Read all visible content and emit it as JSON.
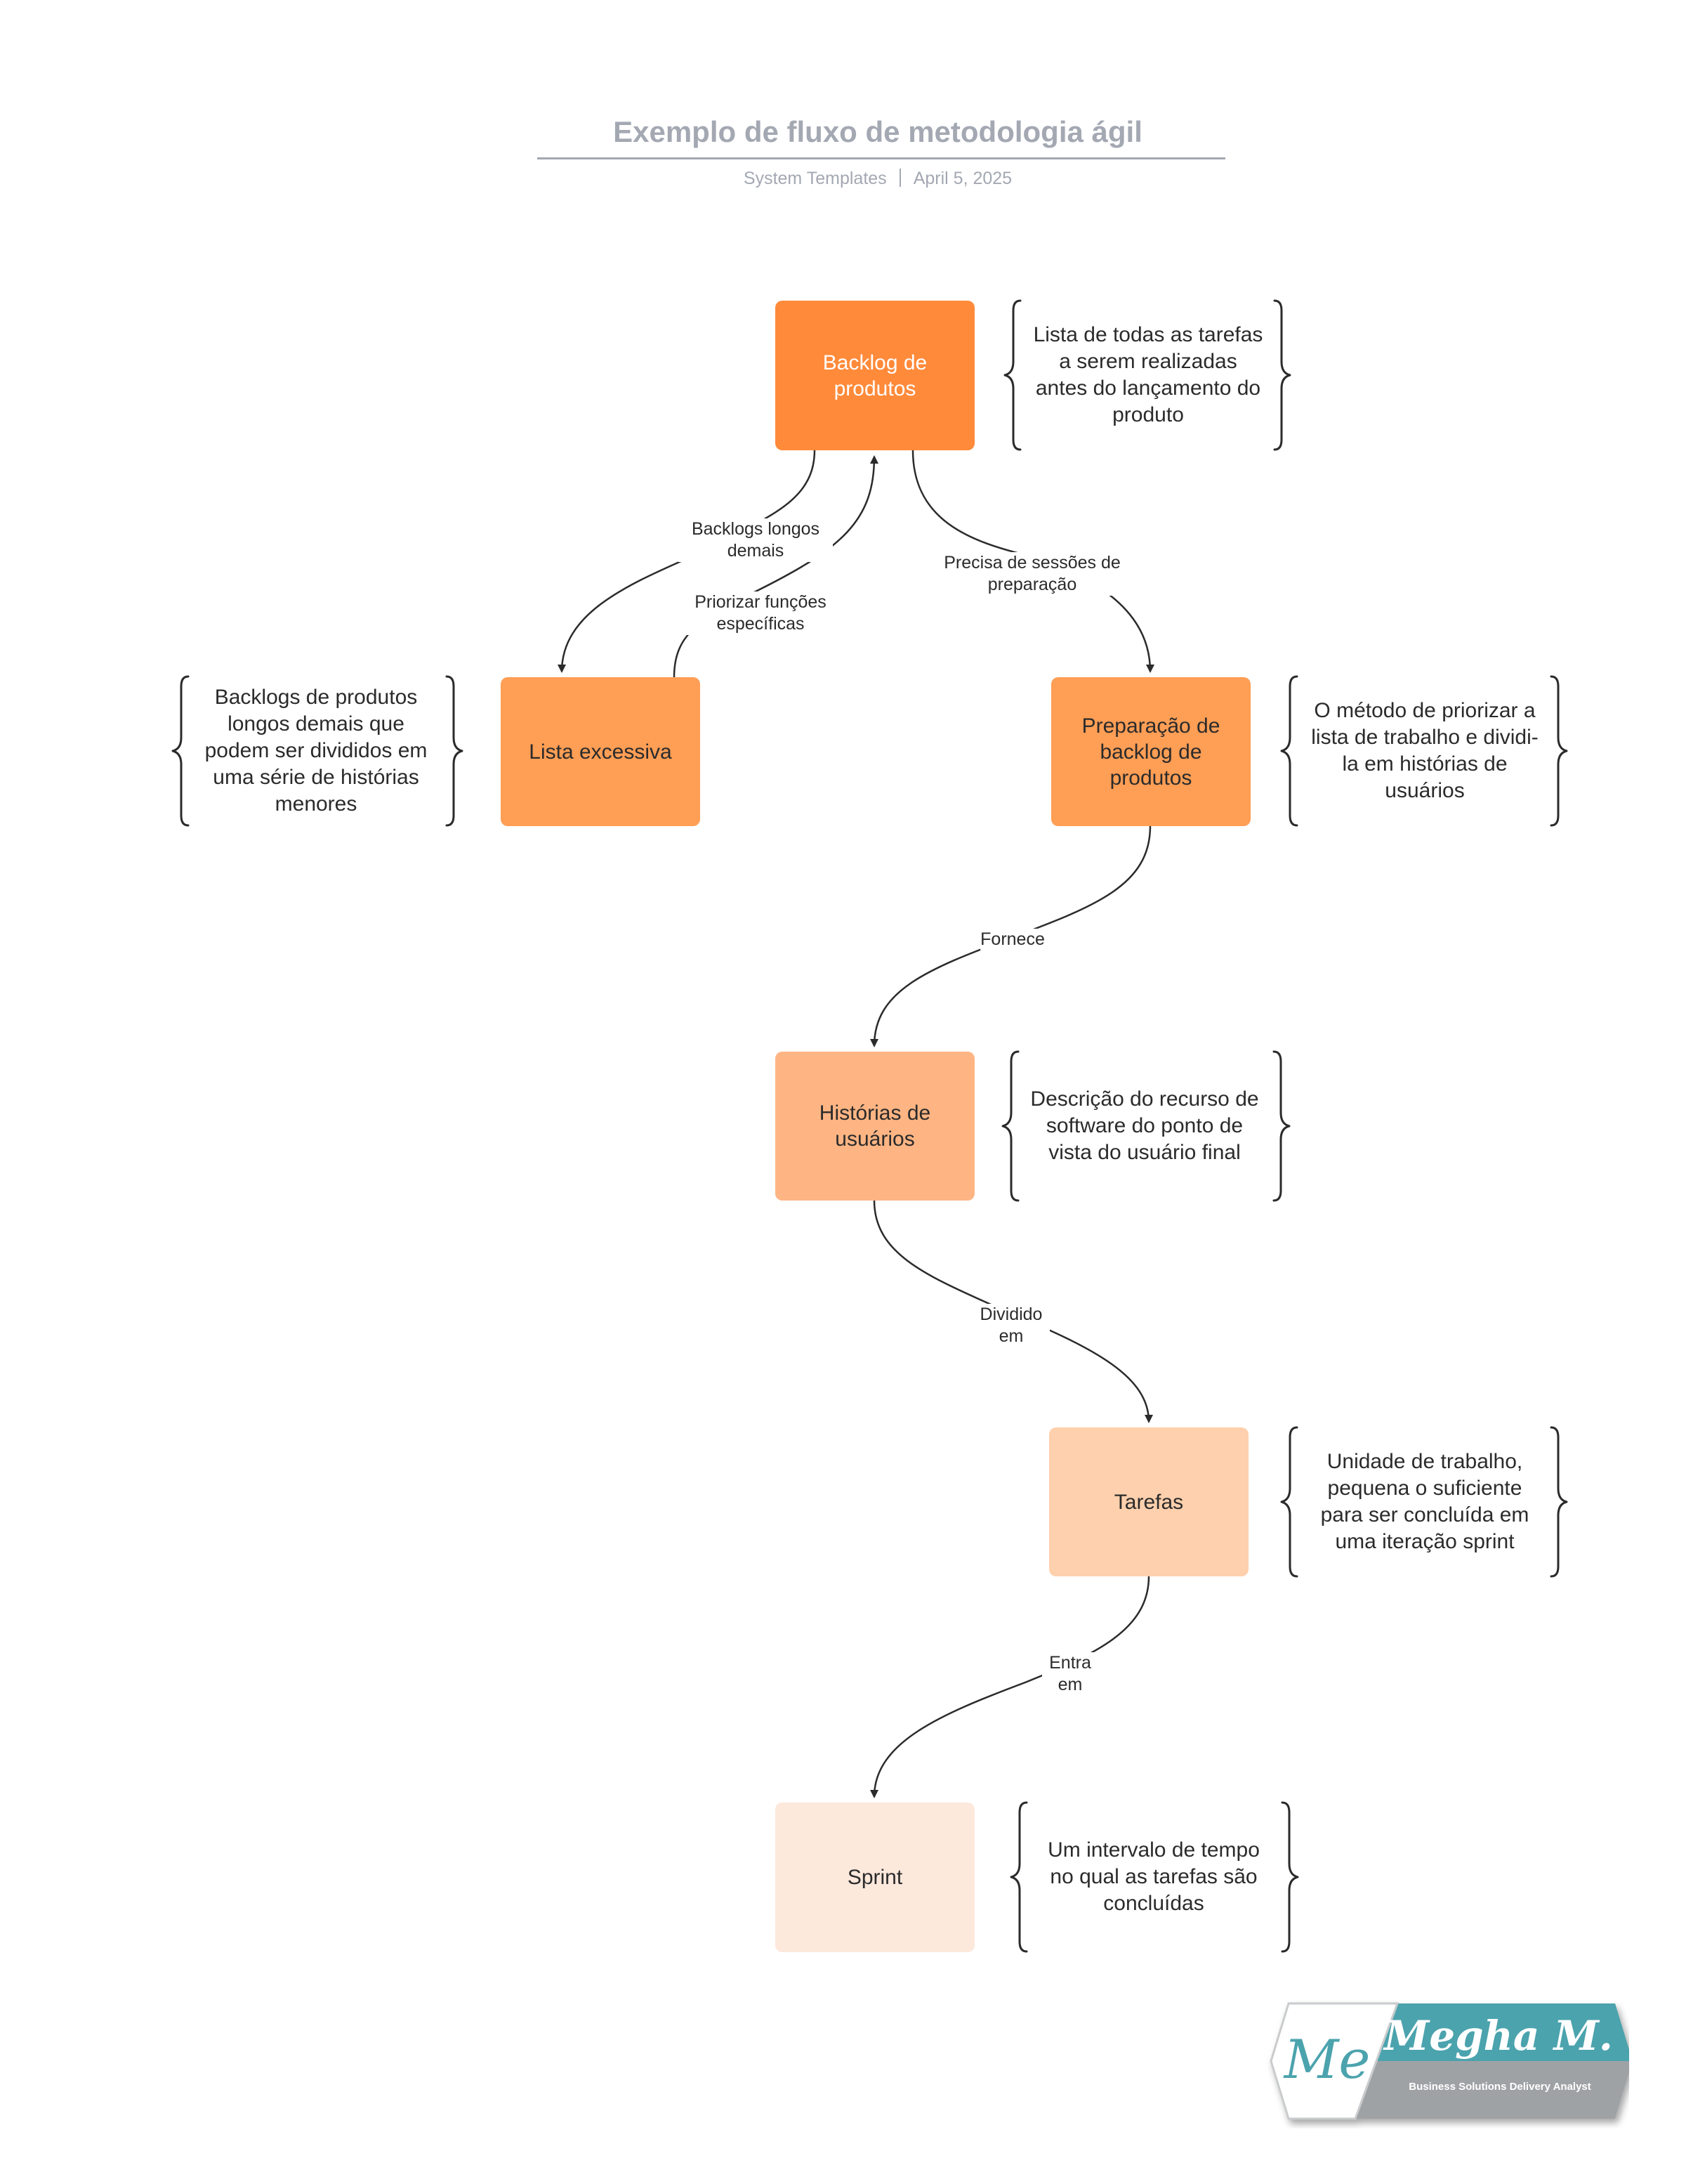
{
  "header": {
    "title": "Exemplo de fluxo de metodologia ágil",
    "source": "System Templates",
    "date": "April 5, 2025"
  },
  "nodes": {
    "backlog": "Backlog de produtos",
    "lista": "Lista excessiva",
    "preparacao": "Preparação de backlog de produtos",
    "historias": "Histórias de usuários",
    "tarefas": "Tarefas",
    "sprint": "Sprint"
  },
  "notes": {
    "backlog": "Lista de todas as tarefas a serem realizadas antes do lançamento do produto",
    "lista": "Backlogs de produtos longos demais que podem ser divididos em uma série de histórias menores",
    "preparacao": "O método de priorizar a lista de trabalho e dividi-la em histórias de usuários",
    "historias": "Descrição do recurso de software do ponto de vista do usuário final",
    "tarefas": "Unidade de trabalho, pequena o suficiente para ser concluída em uma iteração sprint",
    "sprint": "Um intervalo de tempo no qual as tarefas são concluídas"
  },
  "edges": {
    "longos": "Backlogs longos demais",
    "priorizar": "Priorizar funções específicas",
    "precisa": "Precisa de sessões de preparação",
    "fornece": "Fornece",
    "dividido": "Dividido em",
    "entra": "Entra em"
  },
  "logo": {
    "name": "Megha M.",
    "role": "Business Solutions Delivery Analyst",
    "monogram": "Me"
  },
  "colors": {
    "node1": "#ff8a3a",
    "node2": "#ff9e55",
    "node3": "#ffb583",
    "node4": "#ffd0ad",
    "node5": "#fde8dc",
    "logo_teal": "#4ba3ad",
    "logo_grey": "#a0a3a6"
  }
}
